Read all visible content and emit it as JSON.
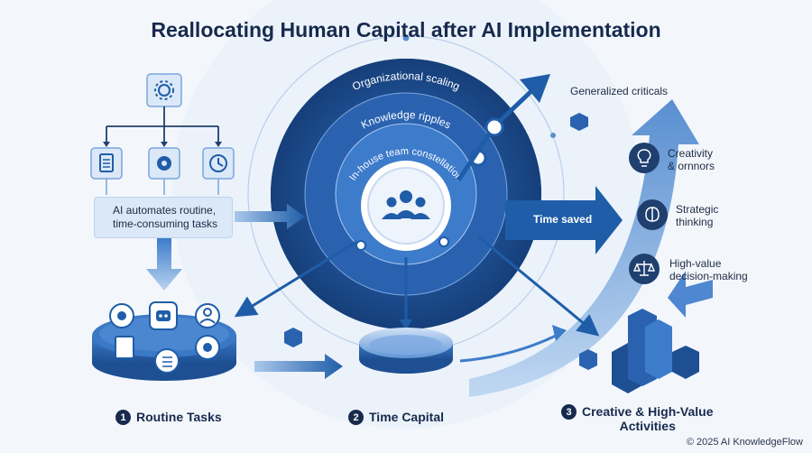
{
  "title": "Reallocating Human Capital after AI Implementation",
  "automation_note": {
    "line1": "AI automates routine,",
    "line2": "time-consuming tasks"
  },
  "rings": {
    "outer": "Organizational scaling",
    "middle": "Knowledge ripples",
    "inner": "In-house team constellation"
  },
  "time_saved_label": "Time saved",
  "generalized_label": "Generalized criticals",
  "activities": [
    {
      "line1": "Creativity",
      "line2": "& ornnors",
      "icon": "lightbulb-icon"
    },
    {
      "line1": "Strategic",
      "line2": "thinking",
      "icon": "brain-icon"
    },
    {
      "line1": "High-value",
      "line2": "decision-making",
      "icon": "scales-icon"
    }
  ],
  "sections": [
    {
      "num": "1",
      "label": "Routine Tasks"
    },
    {
      "num": "2",
      "label": "Time Capital"
    },
    {
      "num": "3",
      "line1": "Creative & High-Value",
      "line2": "Activities"
    }
  ],
  "footer": "© 2025 AI KnowledgeFlow",
  "colors": {
    "navy": "#172a4d",
    "primary_blue": "#1f5da8",
    "light_blue": "#8fb6e3",
    "background": "#f3f7fc"
  }
}
